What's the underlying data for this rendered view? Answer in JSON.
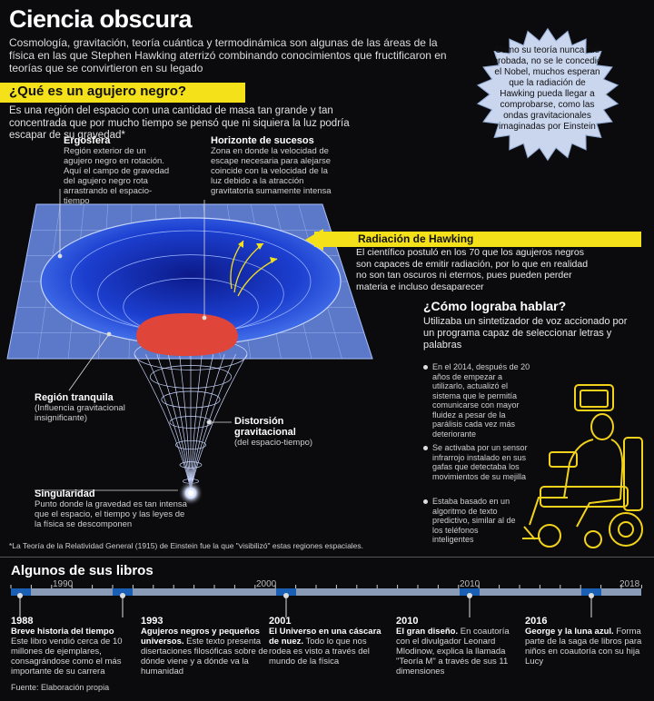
{
  "header": {
    "title": "Ciencia obscura",
    "intro": "Cosmología, gravitación, teoría cuántica y termodinámica son algunas de las áreas de la física en las que Stephen Hawking aterrizó combinando conocimientos que fructificaron en teorías que se convirtieron en su legado"
  },
  "blackhole": {
    "question": "¿Qué es un agujero negro?",
    "description": "Es una región del espacio con una cantidad de masa tan grande y tan concentrada que por mucho tiempo se pensó que ni siquiera la luz podría escapar de su gravedad*",
    "ergosfera_title": "Ergosfera",
    "ergosfera_text": "Región exterior de un agujero negro en rotación. Aquí el campo de gravedad del agujero negro rota arrastrando el espacio-tiempo",
    "horizonte_title": "Horizonte de sucesos",
    "horizonte_text": "Zona en donde la velocidad de escape necesaria para alejarse coincide con la velocidad de la luz debido a la atracción gravitatoria sumamente intensa",
    "region_title": "Región tranquila",
    "region_text": "(Influencia gravitacional insignificante)",
    "distorsion_title": "Distorsión gravitacional",
    "distorsion_text": "(del espacio-tiempo)",
    "singularidad_title": "Singularidad",
    "singularidad_text": "Punto donde la gravedad es tan intensa que el espacio, el tiempo y las leyes de la física se descomponen",
    "footnote": "*La Teoría de la Relatividad General (1915) de Einstein fue la que \"visibilizó\" estas regiones espaciales."
  },
  "star": {
    "text": "Como su teoría nunca fue probada, no se le concedió el Nobel, muchos esperan que la radiación de Hawking pueda llegar a comprobarse, como las ondas gravitacionales imaginadas por Einstein"
  },
  "hawking_radiation": {
    "title": "Radiación de Hawking",
    "text": "El científico postuló en los 70 que los agujeros negros son capaces de emitir radiación, por lo que en realidad no son tan oscuros ni eternos, pues pueden perder materia e incluso desaparecer"
  },
  "speak": {
    "title": "¿Cómo lograba hablar?",
    "description": "Utilizaba un sintetizador de voz accionado por un programa capaz de seleccionar letras y palabras",
    "bullets": [
      "En el 2014, después de 20 años de empezar a utilizarlo, actualizó el sistema que le permitía comunicarse con mayor fluidez a pesar de la parálisis cada vez más deteriorante",
      "Se activaba por un sensor infrarrojo instalado en sus gafas que detectaba los movimientos de su mejilla",
      "Estaba basado en un algoritmo de texto predictivo, similar al de los teléfonos inteligentes"
    ]
  },
  "books": {
    "title": "Algunos de sus libros",
    "axis_years": [
      "1990",
      "2000",
      "2010",
      "2018"
    ],
    "events": [
      {
        "year": "1988",
        "title": "Breve historia del tiempo",
        "text": "Este libro vendió cerca de 10 millones de ejemplares, consagrándose como el más importante de su carrera"
      },
      {
        "year": "1993",
        "title": "Agujeros negros y pequeños universos.",
        "text": "Este texto presenta disertaciones filosóficas sobre de dónde viene y a dónde va la humanidad"
      },
      {
        "year": "2001",
        "title": "El Universo en una cáscara de nuez.",
        "text": "Todo lo que nos rodea es visto a través del mundo de la física"
      },
      {
        "year": "2010",
        "title": "El gran diseño.",
        "text": "En coautoría con el divulgador Leonard Mlodinow, explica la llamada \"Teoría M\" a través de sus 11 dimensiones"
      },
      {
        "year": "2016",
        "title": "George y la luna azul.",
        "text": "Forma parte de la saga de libros para niños en coautoría con su hija Lucy"
      }
    ]
  },
  "source": "Fuente: Elaboración propia",
  "colors": {
    "accent_yellow": "#f5e11a",
    "timeline_blue": "#1a5fb4",
    "grid_blue": "#8fb0ff",
    "horizon_red": "#e0453a",
    "star_bg": "#c9d6ee"
  }
}
